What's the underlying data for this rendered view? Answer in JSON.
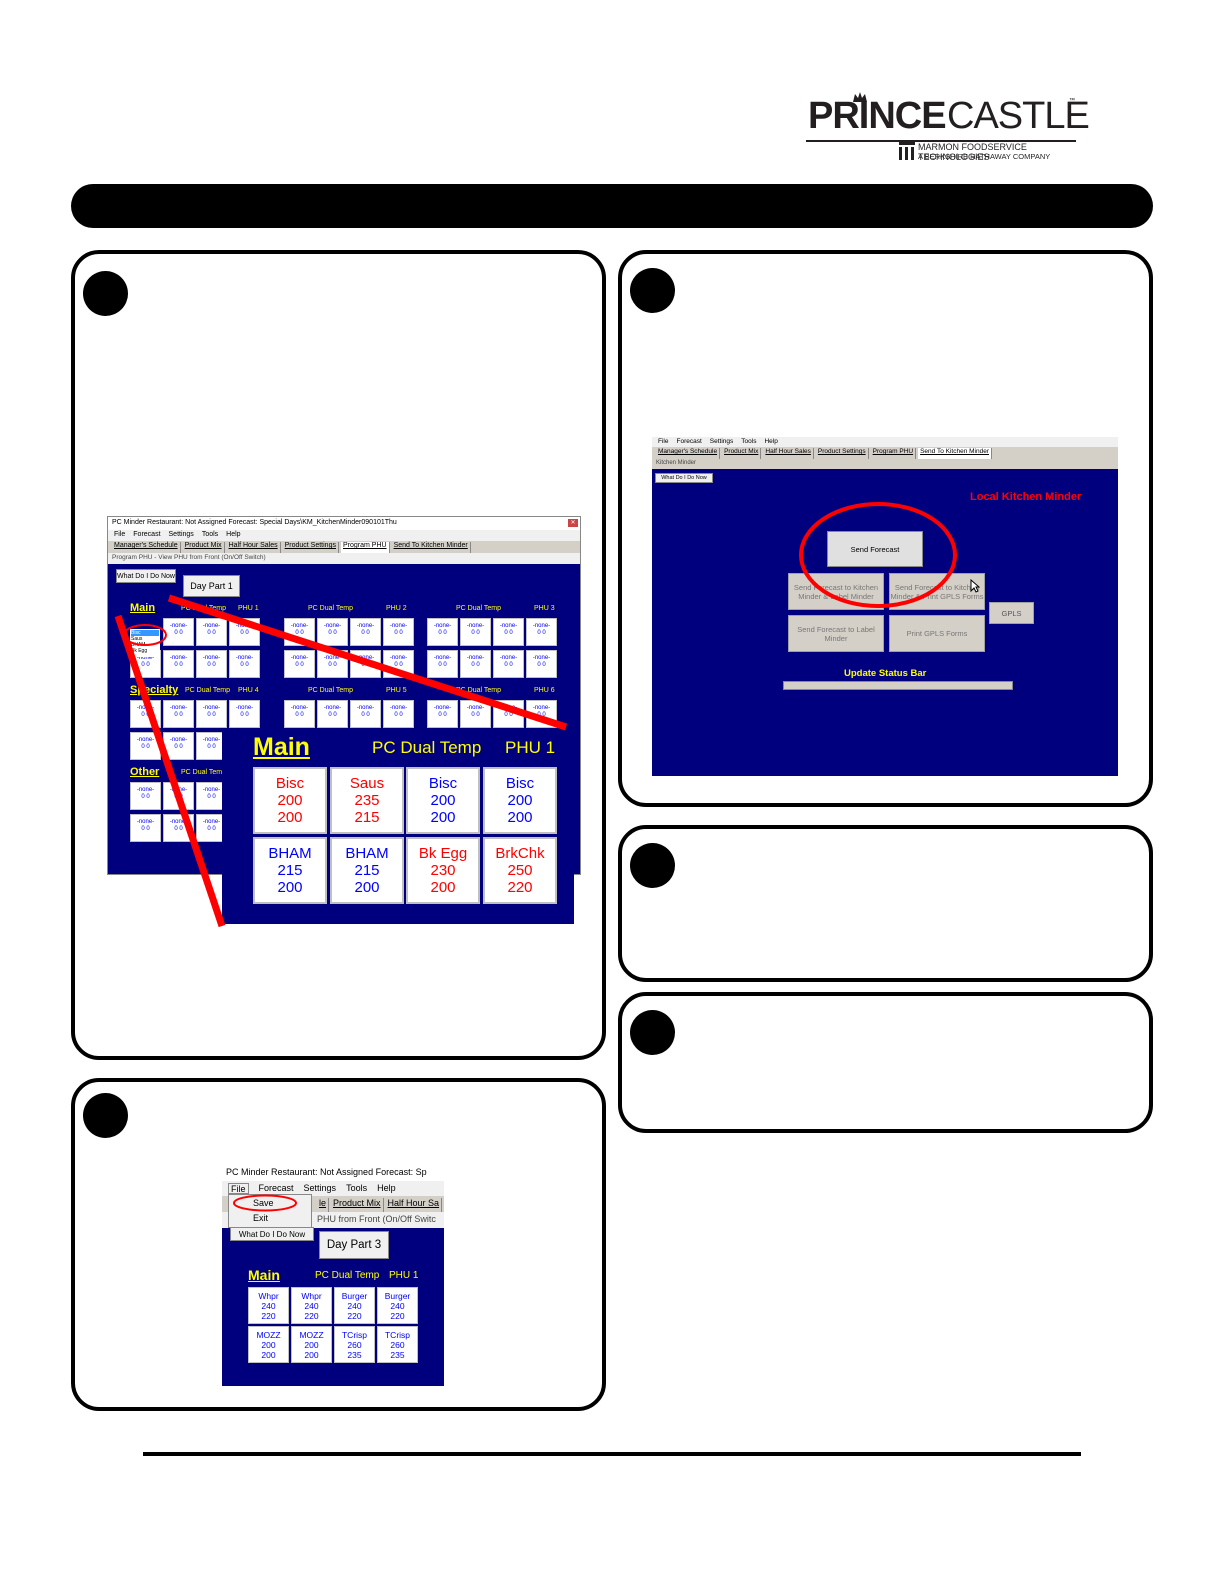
{
  "logo": {
    "prince": "PRINCE",
    "castle": "CASTLE",
    "tm": "™",
    "marmon": "MARMON FOODSERVICE TECHNOLOGIES",
    "berkshire": "A BERKSHIRE HATHAWAY COMPANY"
  },
  "shot1": {
    "window_title": "PC Minder   Restaurant: Not Assigned   Forecast: Special Days\\KM_KitchenMinder090101Thu",
    "menu": [
      "File",
      "Forecast",
      "Settings",
      "Tools",
      "Help"
    ],
    "tabs": [
      "Manager's Schedule",
      "Product Mix",
      "Half Hour Sales",
      "Product Settings",
      "Program PHU",
      "Send To Kitchen Minder"
    ],
    "status": "Program PHU - View PHU from Front (On/Off Switch)",
    "what_do_i_do": "What Do I Do Now",
    "day_part": "Day Part 1",
    "groups": {
      "main": "Main",
      "specialty": "Specialty",
      "other": "Other"
    },
    "headers": {
      "pc_dual_temp": "PC Dual Temp",
      "phu1": "PHU 1",
      "phu2": "PHU 2",
      "phu3": "PHU 3",
      "phu4": "PHU 4",
      "phu5": "PHU 5",
      "phu6": "PHU 6"
    },
    "cell_none": "-none-",
    "cell_zero": "0  0",
    "dropdown_items": [
      "Bisc",
      "Saus",
      "BHAM",
      "Bk Egg"
    ]
  },
  "zoom": {
    "title": "Main",
    "pc_dual_temp": "PC Dual Temp",
    "phu": "PHU 1",
    "cells": [
      {
        "name": "Bisc",
        "a": "200",
        "b": "200",
        "color": "red"
      },
      {
        "name": "Saus",
        "a": "235",
        "b": "215",
        "color": "red"
      },
      {
        "name": "Bisc",
        "a": "200",
        "b": "200",
        "color": "blue"
      },
      {
        "name": "Bisc",
        "a": "200",
        "b": "200",
        "color": "blue"
      },
      {
        "name": "BHAM",
        "a": "215",
        "b": "200",
        "color": "blue"
      },
      {
        "name": "BHAM",
        "a": "215",
        "b": "200",
        "color": "blue"
      },
      {
        "name": "Bk Egg",
        "a": "230",
        "b": "200",
        "color": "red"
      },
      {
        "name": "BrkChk",
        "a": "250",
        "b": "220",
        "color": "red"
      }
    ]
  },
  "shot2": {
    "menu": [
      "File",
      "Forecast",
      "Settings",
      "Tools",
      "Help"
    ],
    "tabs": [
      "Manager's Schedule",
      "Product Mix",
      "Half Hour Sales",
      "Product Settings",
      "Program PHU",
      "Send To Kitchen Minder"
    ],
    "subtitle": "Kitchen Minder",
    "what_do_i_do": "What Do I Do Now",
    "local_label": "Local Kitchen Minder",
    "send_forecast": "Send Forecast",
    "send_km_label": "Send Forecast to Kitchen Minder & Label Minder",
    "send_km_gpls": "Send Forecast to Kitchen Minder & Print GPLS Forms",
    "gpls": "GPLS",
    "send_label_minder": "Send Forecast to Label Minder",
    "print_gpls": "Print GPLS Forms",
    "update_status": "Update Status Bar"
  },
  "shot3": {
    "window_title": "PC Minder   Restaurant: Not Assigned   Forecast: Sp",
    "menu": [
      "File",
      "Forecast",
      "Settings",
      "Tools",
      "Help"
    ],
    "file_menu": [
      "Save",
      "Exit"
    ],
    "tabs_visible": [
      "le",
      "Product Mix",
      "Half Hour Sa"
    ],
    "status": "PHU from Front (On/Off Switc",
    "what_do_i_do": "What Do I Do Now",
    "day_part": "Day Part 3",
    "main": "Main",
    "pc_dual_temp": "PC Dual Temp",
    "phu": "PHU 1",
    "cells": [
      {
        "name": "Whpr",
        "a": "240",
        "b": "220"
      },
      {
        "name": "Whpr",
        "a": "240",
        "b": "220"
      },
      {
        "name": "Burger",
        "a": "240",
        "b": "220"
      },
      {
        "name": "Burger",
        "a": "240",
        "b": "220"
      },
      {
        "name": "MOZZ",
        "a": "200",
        "b": "200"
      },
      {
        "name": "MOZZ",
        "a": "200",
        "b": "200"
      },
      {
        "name": "TCrisp",
        "a": "260",
        "b": "235"
      },
      {
        "name": "TCrisp",
        "a": "260",
        "b": "235"
      }
    ]
  },
  "colors": {
    "screen_blue": "#00007f",
    "highlight_red": "#ff0000",
    "heading_yellow": "#ffff00"
  }
}
